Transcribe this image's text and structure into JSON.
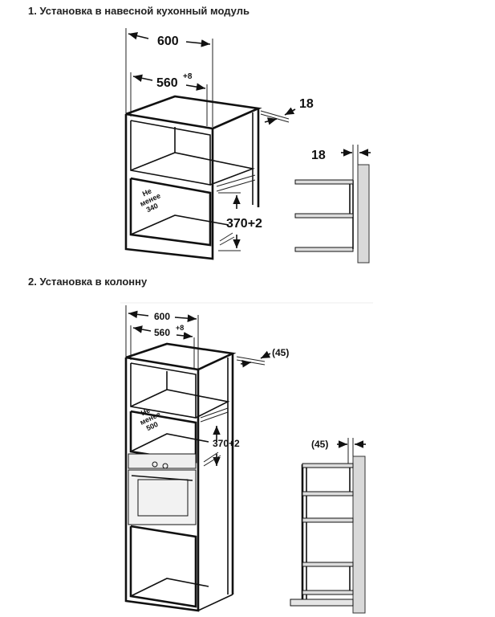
{
  "section1": {
    "title": "1. Установка в навесной кухонный модуль",
    "dim_width": "600",
    "dim_inner": "560",
    "dim_inner_tol": "+8",
    "dim_panel": "18",
    "dim_gap": "18",
    "depth_label": [
      "Не",
      "менее",
      "340"
    ],
    "dim_height": "370+2"
  },
  "section2": {
    "title": "2. Установка в колонну",
    "dim_width": "600",
    "dim_inner": "560",
    "dim_inner_tol": "+8",
    "dim_panel": "(45)",
    "dim_gap": "(45)",
    "depth_label": [
      "Не",
      "менее",
      "500"
    ],
    "dim_height": "370+2"
  }
}
